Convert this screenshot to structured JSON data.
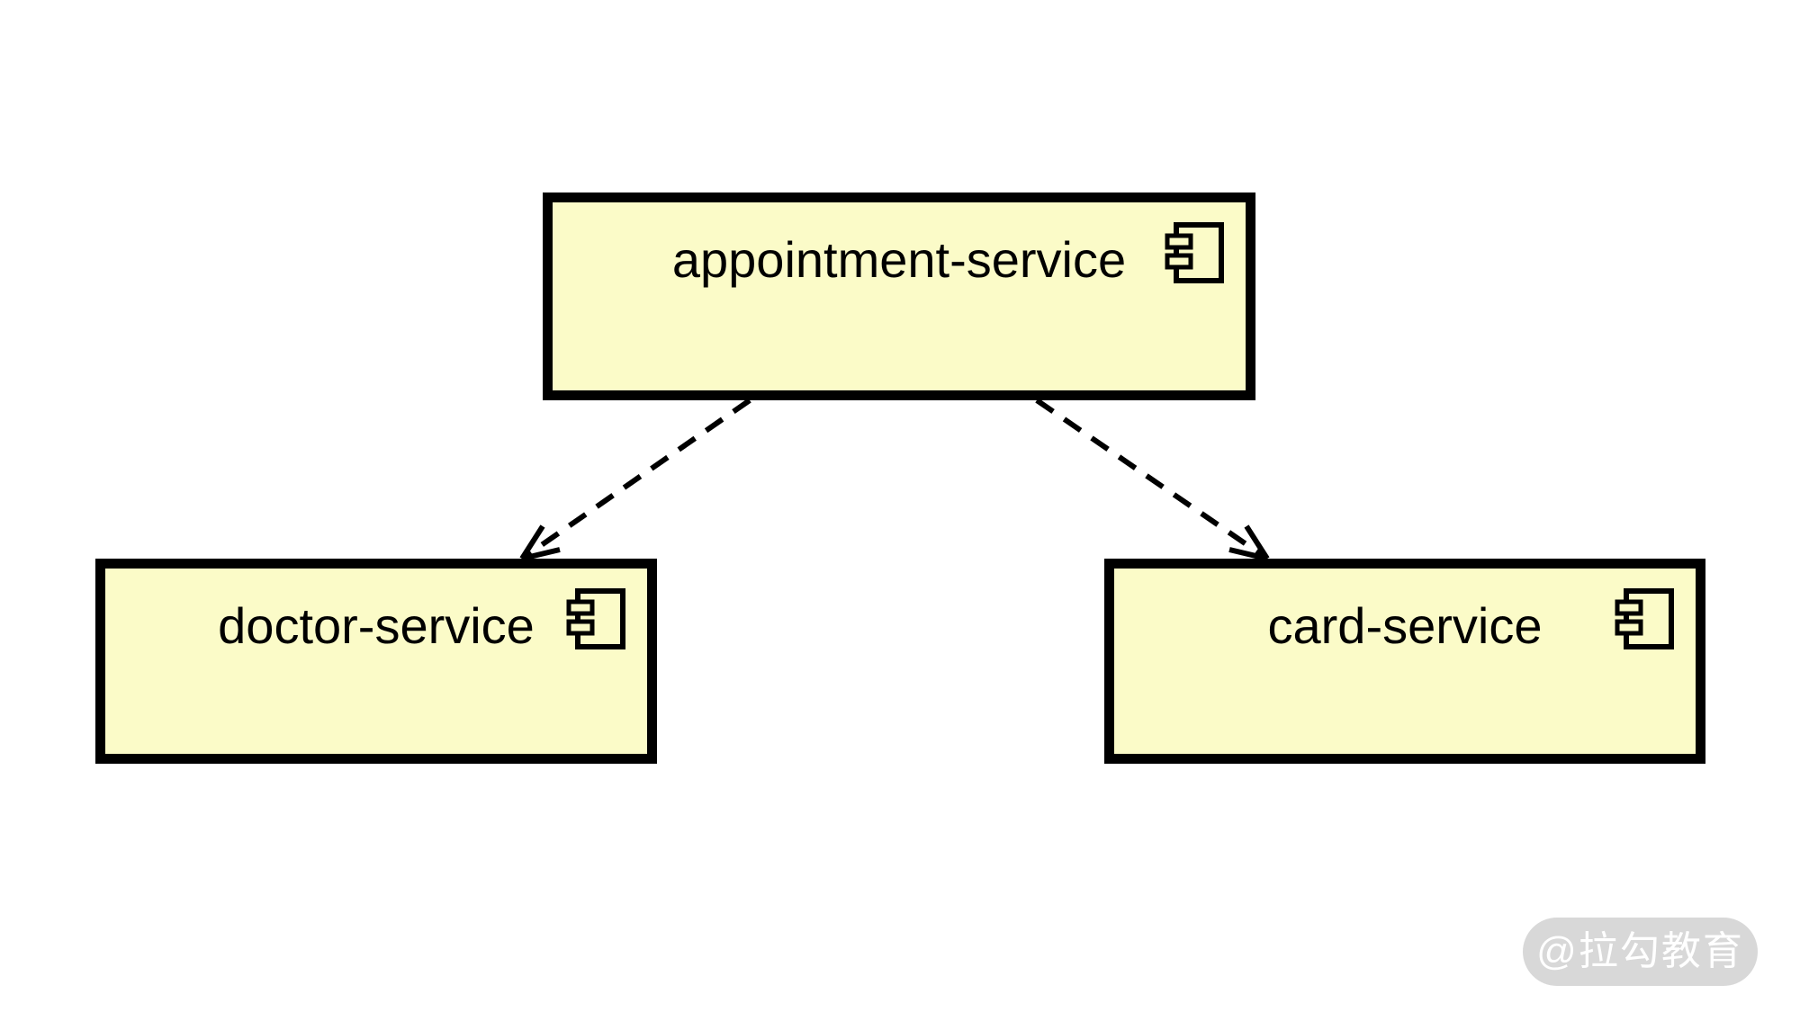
{
  "components": [
    {
      "label": "appointment-service",
      "icon": "uml-component-icon"
    },
    {
      "label": "doctor-service",
      "icon": "uml-component-icon"
    },
    {
      "label": "card-service",
      "icon": "uml-component-icon"
    }
  ],
  "relations": [
    {
      "from": "appointment-service",
      "to": "doctor-service",
      "type": "dashed-dependency-arrow"
    },
    {
      "from": "appointment-service",
      "to": "card-service",
      "type": "dashed-dependency-arrow"
    }
  ],
  "watermark": {
    "text": "@拉勾教育"
  },
  "colors": {
    "background": "#ffffff",
    "component_fill": "#fbfbc8",
    "component_border": "#000000",
    "label": "#000000",
    "edge": "#000000",
    "watermark_bg": "#d8d8d8",
    "watermark_text": "#ffffff"
  }
}
